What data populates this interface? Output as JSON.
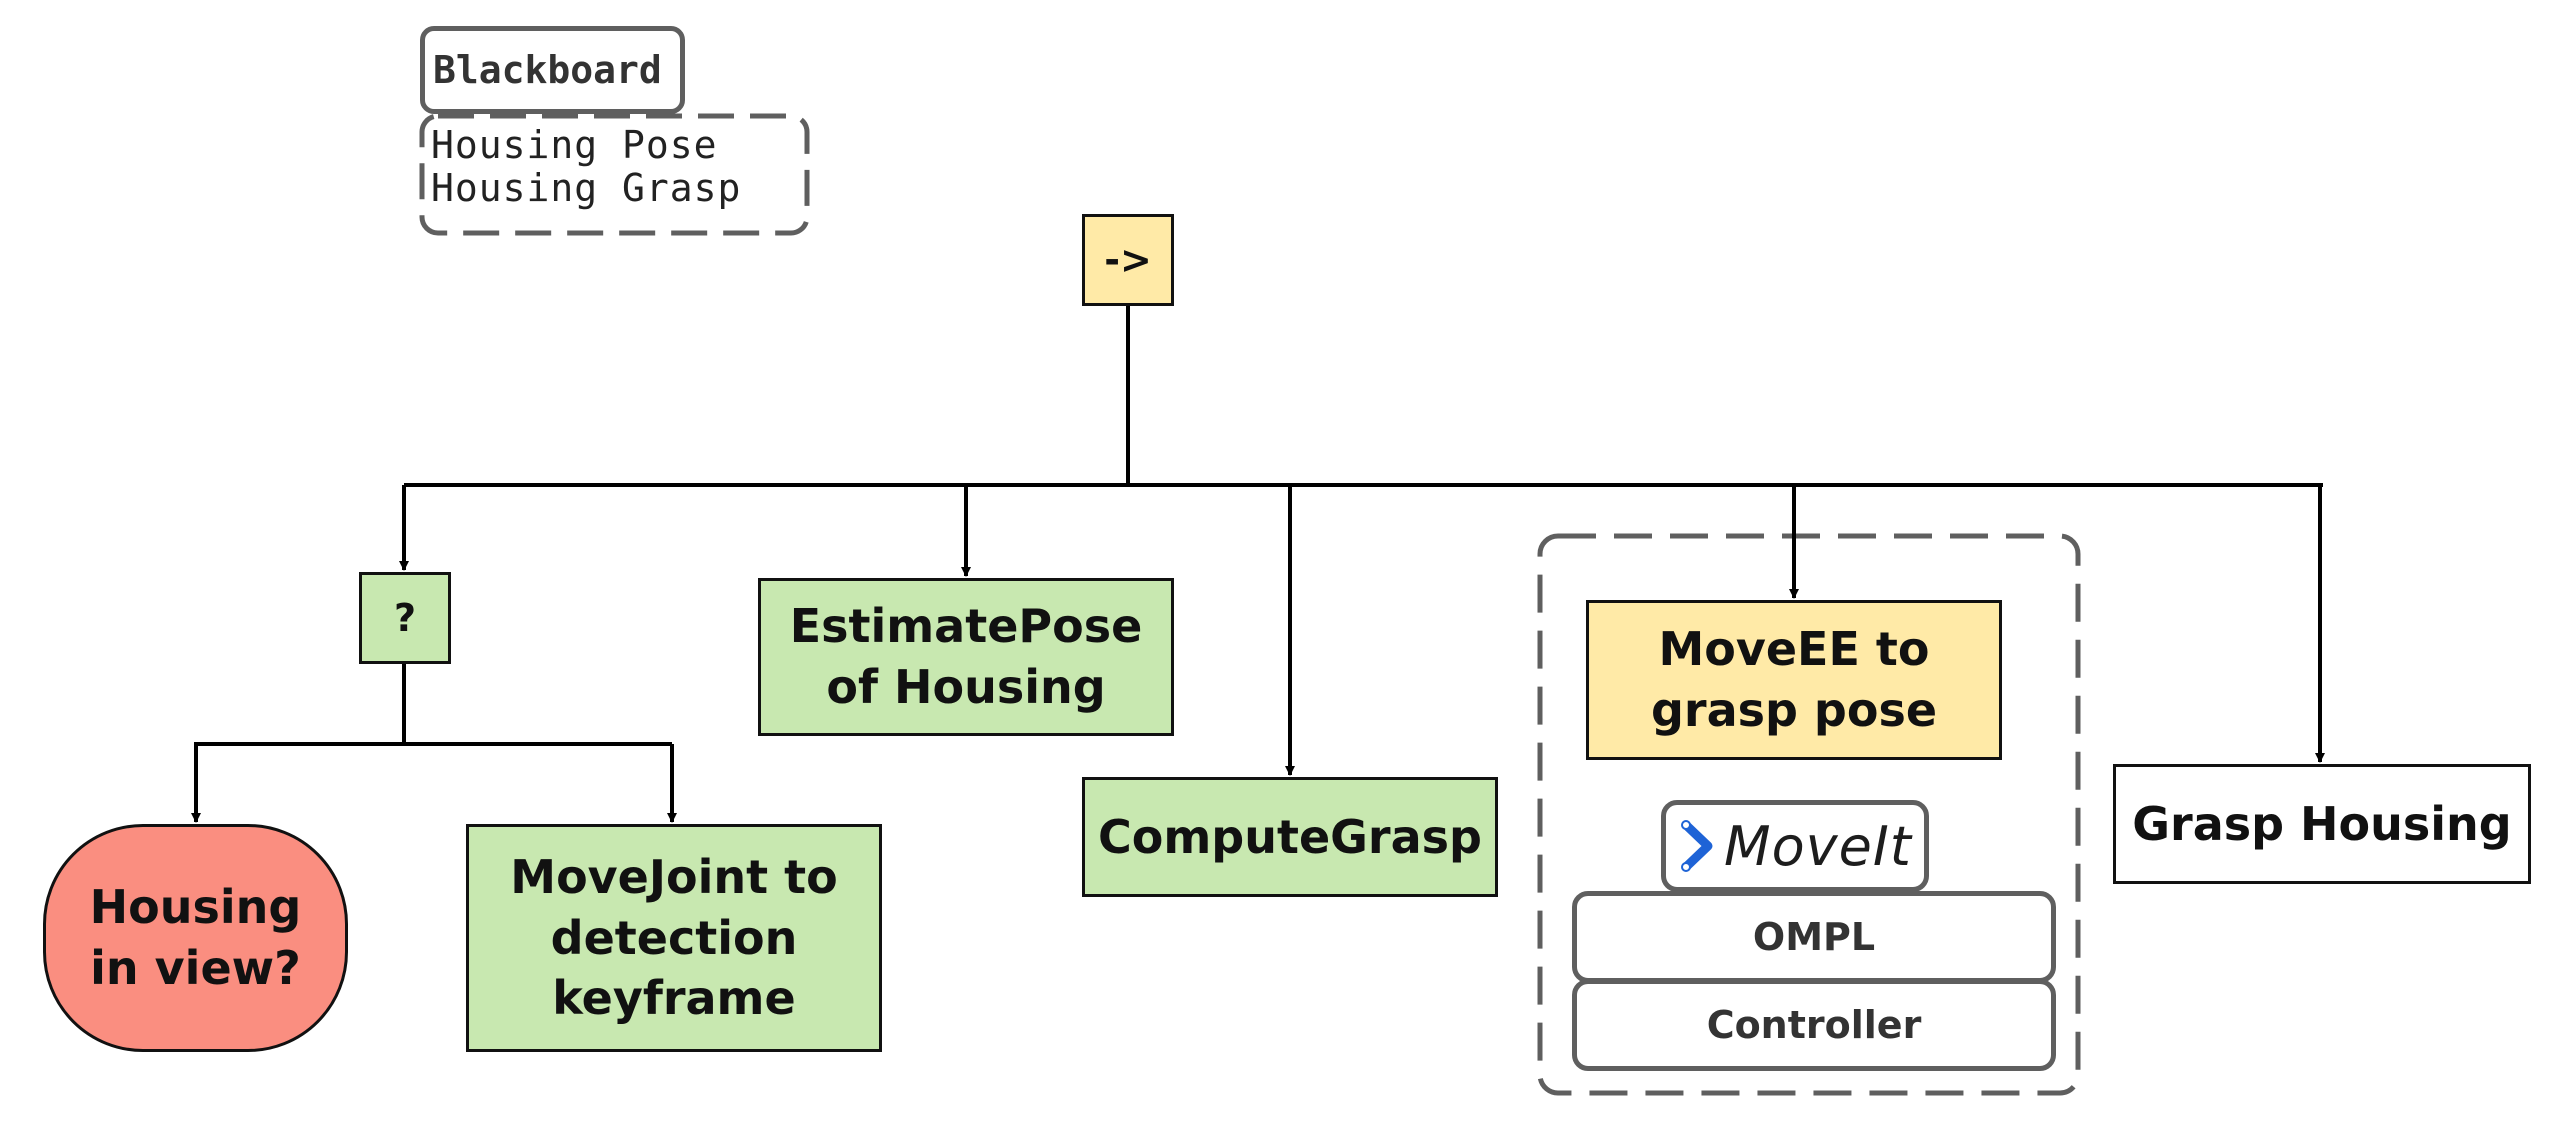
{
  "blackboard": {
    "title": "Blackboard",
    "entries": "Housing Pose\nHousing Grasp"
  },
  "nodes": {
    "root_sequence": "->",
    "fallback": "?",
    "housing_in_view": "Housing\nin view?",
    "move_joint": "MoveJoint to\ndetection\nkeyframe",
    "estimate_pose": "EstimatePose\nof Housing",
    "compute_grasp": "ComputeGrasp",
    "move_ee": "MoveEE to\ngrasp pose",
    "grasp_housing": "Grasp Housing"
  },
  "moveit_stack": {
    "logo_text": "MoveIt",
    "layers": [
      "OMPL",
      "Controller"
    ]
  },
  "colors": {
    "sequence": "#ffeaa7",
    "success": "#c8e8b0",
    "running": "#ffeaa7",
    "failure": "#fa8e80",
    "idle": "#ffffff",
    "moveit_blue": "#1e63d6"
  },
  "icons": {
    "moveit": "moveit-chevron-icon"
  }
}
